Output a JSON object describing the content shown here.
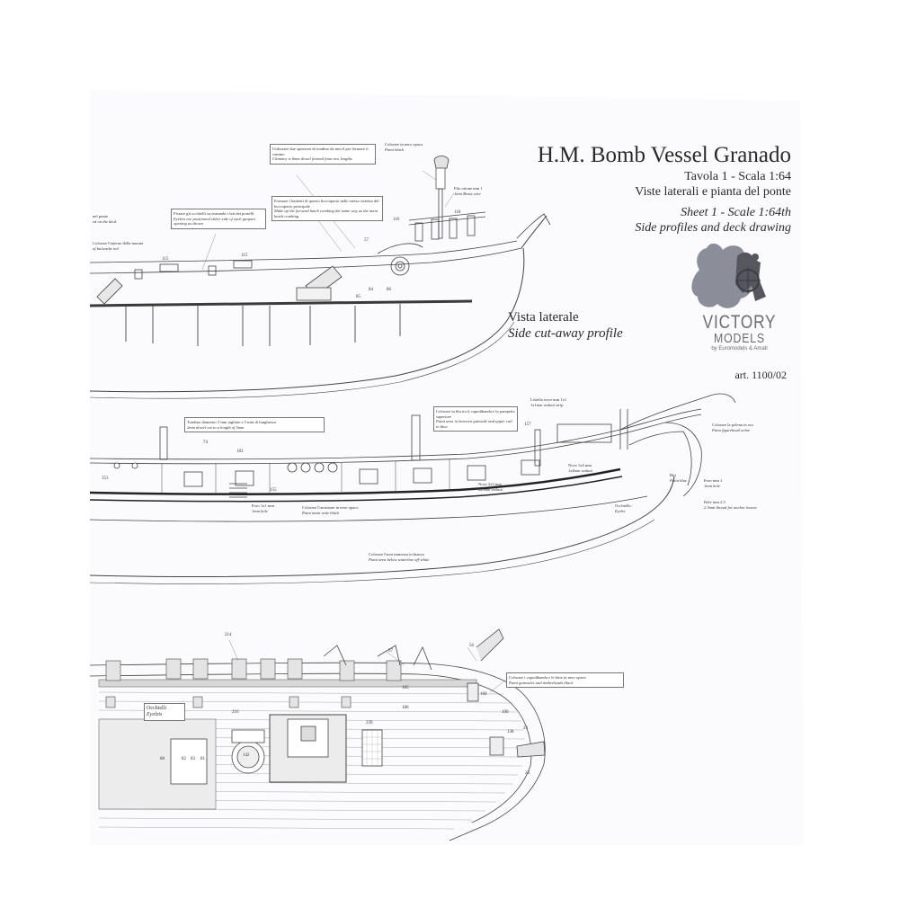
{
  "title": {
    "main": "H.M. Bomb Vessel Granado",
    "sheet_it": "Tavola 1 - Scala 1:64",
    "desc_it": "Viste laterali e pianta del ponte",
    "sheet_en": "Sheet 1 - Scale 1:64th",
    "desc_en": "Side profiles and deck drawing"
  },
  "profile_label": {
    "it": "Vista laterale",
    "en": "Side cut-away profile"
  },
  "brand": {
    "line1": "VICTORY",
    "line2": "MODELS",
    "line3": "by Euromodels & Amati"
  },
  "article": "art. 1100/02",
  "notes": {
    "chimney_it": "Utilizzare due spezzoni di tondino da mm 6 per formare il camino",
    "chimney_en": "Chimney is 6mm dowel formed from two lengths",
    "paint_black_it": "Colorare in nero opaco",
    "paint_black_en": "Paint black",
    "brass_it": "Filo ottone mm 1",
    "brass_en": "1mm Brass wire",
    "hatch_it": "Formare i battenti di questo boccaporto nello stesso sistema del boccaporto principale",
    "hatch_en": "Make up the forward hatch combing the same way as the main hatch combing",
    "eyelets_it": "Fissare gli occhielli su entrambi i lati dei portelli",
    "eyelets_en": "Eyelets are positioned either side of each gunport opening as shown",
    "deck_it": "nel ponte",
    "deck_en": "ed on the deck",
    "bulwark_it": "Colorare l'interno della murata",
    "bulwark_en": "of bulwarks red",
    "dowel_it": "Tondino diametro 2 mm tagliato a 5 mm di lunghezza",
    "dowel_en": "2mm dowel cut to a length of 5mm",
    "bluepaint_it": "Colorare in blu tra il capodibanda e la parapetto superiore",
    "bluepaint_en": "Paint area in between gunwale and upper rail in blue",
    "strip_it": "Listello noce mm 1x1",
    "strip_en": "1x1mm walnut strip",
    "figure_it": "Colorare la polena in oro",
    "figure_en": "Paint figurehead ochre",
    "walnut_it": "Noce 1x4 mm",
    "walnut_en": "1x4mm walnut",
    "walnut2_it": "Noce 2x3 mm",
    "walnut2_en": "2x3mm walnut",
    "wale_it": "Colorare l'incintone in nero opaco",
    "wale_en": "Paint main wale black",
    "hole_it": "Foro mm 1",
    "hole_en": "1mm hole",
    "bitt_it": "Bitt",
    "bitt_en": "Paint blue",
    "thread_it": "Refe mm 2.5",
    "thread_en": "2.5mm thread for anchor hawse",
    "eyelet2_it": "Occhiello",
    "eyelet2_en": "Eyelet",
    "underwater_it": "Colorare l'area immersa in bianco",
    "underwater_en": "Paint area below waterline off-white",
    "gunwale_it": "Colorare i capodibanda e le bitte in nero opaco",
    "gunwale_en": "Paint gunwales and timberheads black",
    "occhielli_it": "Occhielli",
    "occhielli_en": "Eyelets",
    "small_it": "Foro 1x1 mm",
    "small_en": "1mm hole"
  },
  "part_numbers": [
    "115",
    "115",
    "116",
    "118",
    "57",
    "84",
    "85",
    "86",
    "74",
    "153",
    "155",
    "157",
    "183",
    "214",
    "37",
    "56",
    "100",
    "239",
    "216",
    "186",
    "185",
    "142",
    "81",
    "82",
    "83",
    "88",
    "23",
    "24",
    "138",
    "100",
    "214",
    "37"
  ]
}
